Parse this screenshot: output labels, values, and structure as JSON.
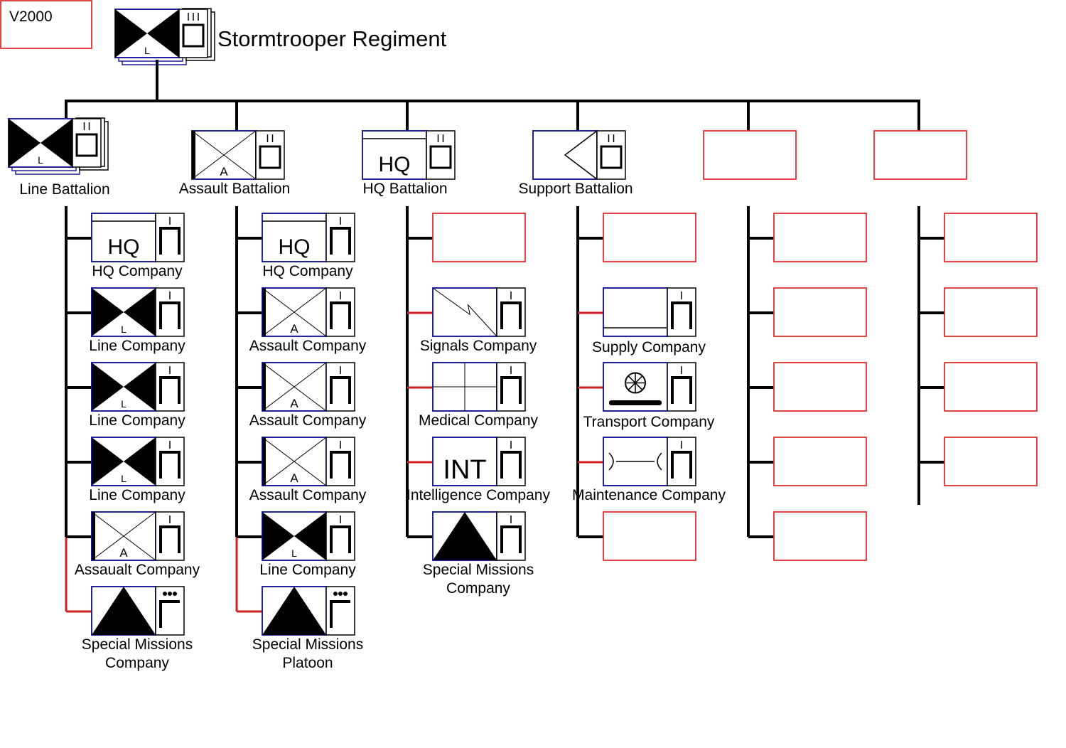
{
  "version_label": "V2000",
  "regiment": {
    "name": "Stormtrooper Regiment",
    "echelon": "III",
    "symbol": "line"
  },
  "battalions": [
    {
      "name": "Line Battalion",
      "symbol": "line",
      "echelon": "II",
      "companies": [
        {
          "name": "HQ Company",
          "symbol": "hq",
          "echelon": "I"
        },
        {
          "name": "Line Company",
          "symbol": "line",
          "echelon": "I"
        },
        {
          "name": "Line Company",
          "symbol": "line",
          "echelon": "I"
        },
        {
          "name": "Line Company",
          "symbol": "line",
          "echelon": "I"
        },
        {
          "name": "Assaualt Company",
          "symbol": "assault",
          "echelon": "I"
        },
        {
          "name": "Special Missions\nCompany",
          "symbol": "special",
          "echelon": "•••"
        }
      ]
    },
    {
      "name": "Assault Battalion",
      "symbol": "assault",
      "echelon": "II",
      "companies": [
        {
          "name": "HQ Company",
          "symbol": "hq",
          "echelon": "I"
        },
        {
          "name": "Assault Company",
          "symbol": "assault",
          "echelon": "I"
        },
        {
          "name": "Assault Company",
          "symbol": "assault",
          "echelon": "I"
        },
        {
          "name": "Assault Company",
          "symbol": "assault",
          "echelon": "I"
        },
        {
          "name": "Line Company",
          "symbol": "line",
          "echelon": "I"
        },
        {
          "name": "Special Missions\nPlatoon",
          "symbol": "special",
          "echelon": "•••"
        }
      ]
    },
    {
      "name": "HQ Battalion",
      "symbol": "hq",
      "echelon": "II",
      "companies": [
        {
          "name": "",
          "symbol": "empty",
          "echelon": ""
        },
        {
          "name": "Signals Company",
          "symbol": "signals",
          "echelon": "I"
        },
        {
          "name": "Medical Company",
          "symbol": "medical",
          "echelon": "I"
        },
        {
          "name": "Intelligence Company",
          "symbol": "intelligence",
          "echelon": "I"
        },
        {
          "name": "Special Missions\nCompany",
          "symbol": "special",
          "echelon": "I"
        }
      ]
    },
    {
      "name": "Support Battalion",
      "symbol": "support",
      "echelon": "II",
      "companies": [
        {
          "name": "",
          "symbol": "empty",
          "echelon": ""
        },
        {
          "name": "Supply Company",
          "symbol": "supply",
          "echelon": "I"
        },
        {
          "name": "Transport Company",
          "symbol": "transport",
          "echelon": "I"
        },
        {
          "name": "Maintenance Company",
          "symbol": "maintenance",
          "echelon": "I"
        },
        {
          "name": "",
          "symbol": "empty",
          "echelon": ""
        }
      ]
    },
    {
      "name": "",
      "symbol": "empty",
      "echelon": "",
      "companies": [
        {
          "name": "",
          "symbol": "empty",
          "echelon": ""
        },
        {
          "name": "",
          "symbol": "empty",
          "echelon": ""
        },
        {
          "name": "",
          "symbol": "empty",
          "echelon": ""
        },
        {
          "name": "",
          "symbol": "empty",
          "echelon": ""
        },
        {
          "name": "",
          "symbol": "empty",
          "echelon": ""
        }
      ]
    },
    {
      "name": "",
      "symbol": "empty",
      "echelon": "",
      "companies": [
        {
          "name": "",
          "symbol": "empty",
          "echelon": ""
        },
        {
          "name": "",
          "symbol": "empty",
          "echelon": ""
        },
        {
          "name": "",
          "symbol": "empty",
          "echelon": ""
        },
        {
          "name": "",
          "symbol": "empty",
          "echelon": ""
        }
      ]
    }
  ],
  "symbol_text": {
    "hq": "HQ",
    "intelligence": "INT",
    "line_mark": "L",
    "assault_mark": "A"
  },
  "colors": {
    "line": "#000000",
    "frame": "#2020a0",
    "placeholder": "#e03030",
    "red_connector": "#d02020"
  }
}
